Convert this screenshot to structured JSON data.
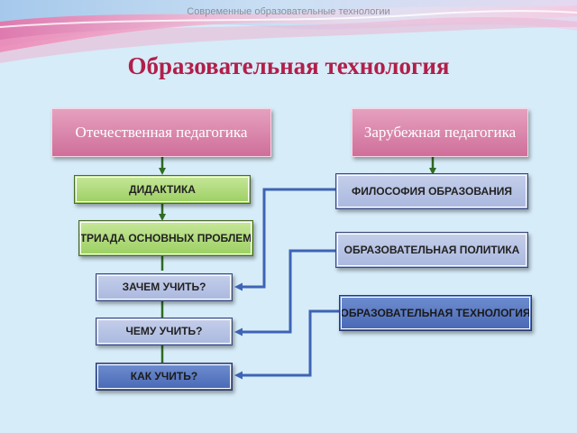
{
  "header": {
    "subtitle": "Современные образовательные технологии",
    "title": "Образовательная технология"
  },
  "left_column": {
    "heading": "Отечественная педагогика",
    "items": [
      "ДИДАКТИКА",
      "ТРИАДА ОСНОВНЫХ ПРОБЛЕМ",
      "ЗАЧЕМ УЧИТЬ?",
      "ЧЕМУ УЧИТЬ?",
      "КАК УЧИТЬ?"
    ]
  },
  "right_column": {
    "heading": "Зарубежная педагогика",
    "items": [
      "ФИЛОСОФИЯ ОБРАЗОВАНИЯ",
      "ОБРАЗОВАТЕЛЬНАЯ ПОЛИТИКА",
      "ОБРАЗОВАТЕЛЬНАЯ ТЕХНОЛОГИЯ"
    ]
  },
  "colors": {
    "title": "#b11f4a",
    "heading_box": "#d77fa8",
    "didactics_box": "#b5dd80",
    "question_box": "#b7c3e4",
    "how_box": "#5878c2",
    "connector": "#3f63b5",
    "arrow": "#2f6b22"
  }
}
